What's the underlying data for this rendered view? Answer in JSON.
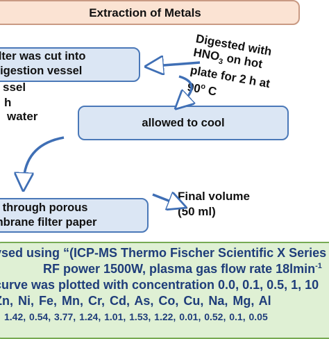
{
  "title": "Extraction of Metals",
  "steps": {
    "cut_line1": "s filter was cut into",
    "cut_line2": "digestion vessel",
    "cool": "allowed to cool",
    "filter_line1": "ter through porous",
    "filter_line2": "mbrane filter paper"
  },
  "notes": {
    "digest_line1": "Digested with",
    "digest_hno": "HNO",
    "digest_sub": "3",
    "digest_on": " on hot",
    "digest_line3": "plate for 2 h at",
    "digest_temp": "90",
    "digest_deg": "o",
    "digest_c": " C",
    "left_line1": "ssel",
    "left_line2": "h",
    "left_line3": "water",
    "final_line1": "Final volume",
    "final_line2": "(50 ml)"
  },
  "analysis": {
    "line1": "ysed using “(ICP-MS Thermo Fischer Scientific X Series",
    "line2": "RF power 1500W, plasma gas flow rate 18lmin",
    "line2_sup": "-1",
    "line3": "curve was plotted with concentration 0.0, 0.1, 0.5, 1, 10",
    "line4": "Zn, Ni, Fe, Mn, Cr, Cd, As, Co, Cu, Na, Mg, Al",
    "line5": "1.42, 0.54, 3.77, 1.24, 1.01, 1.53, 1.22, 0.01, 0.52, 0.1, 0.05"
  },
  "colors": {
    "title_fill": "#fbe3d3",
    "step_fill": "#dbe6f4",
    "step_border": "#4a78b8",
    "arrow": "#3f6fb5",
    "analysis_fill": "#dff0d4",
    "analysis_text": "#1f3d7a"
  }
}
